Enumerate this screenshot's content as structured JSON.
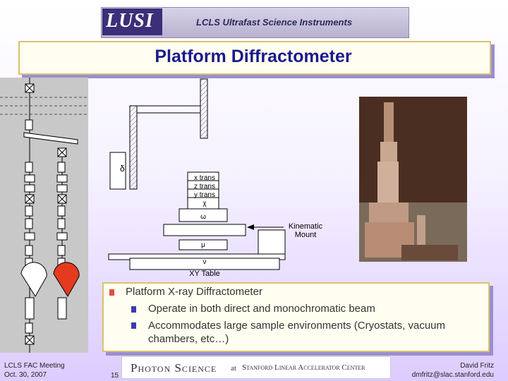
{
  "header": {
    "logo": "LUSI",
    "subtitle": "LCLS Ultrafast Science Instruments"
  },
  "title": "Platform Diffractometer",
  "diagram": {
    "delta": "δ",
    "x_trans": "x trans",
    "z_trans": "z trans",
    "y_trans": "y trans",
    "chi": "χ",
    "omega": "ω",
    "mu": "μ",
    "nu": "ν",
    "xy_table": "XY Table",
    "kinematic_mount": "Kinematic\nMount"
  },
  "bullets": {
    "main": "Platform X-ray Diffractometer",
    "sub1": "Operate in both direct and monochromatic beam",
    "sub2": "Accommodates large sample environments (Cryostats, vacuum chambers, etc…)"
  },
  "footer": {
    "meeting": "LCLS FAC Meeting",
    "date": "Oct. 30, 2007",
    "page": "15",
    "logo_text": "Photon Science",
    "logo_at": "at",
    "logo_center": "Stanford Linear Accelerator Center",
    "author": "David Fritz",
    "email": "dmfritz@slac.stanford.edu"
  },
  "colors": {
    "title": "#1a1a8c",
    "bullet": "#e0503a",
    "sub_bullet": "#3a3ab0",
    "box_border": "#d9c36c"
  }
}
